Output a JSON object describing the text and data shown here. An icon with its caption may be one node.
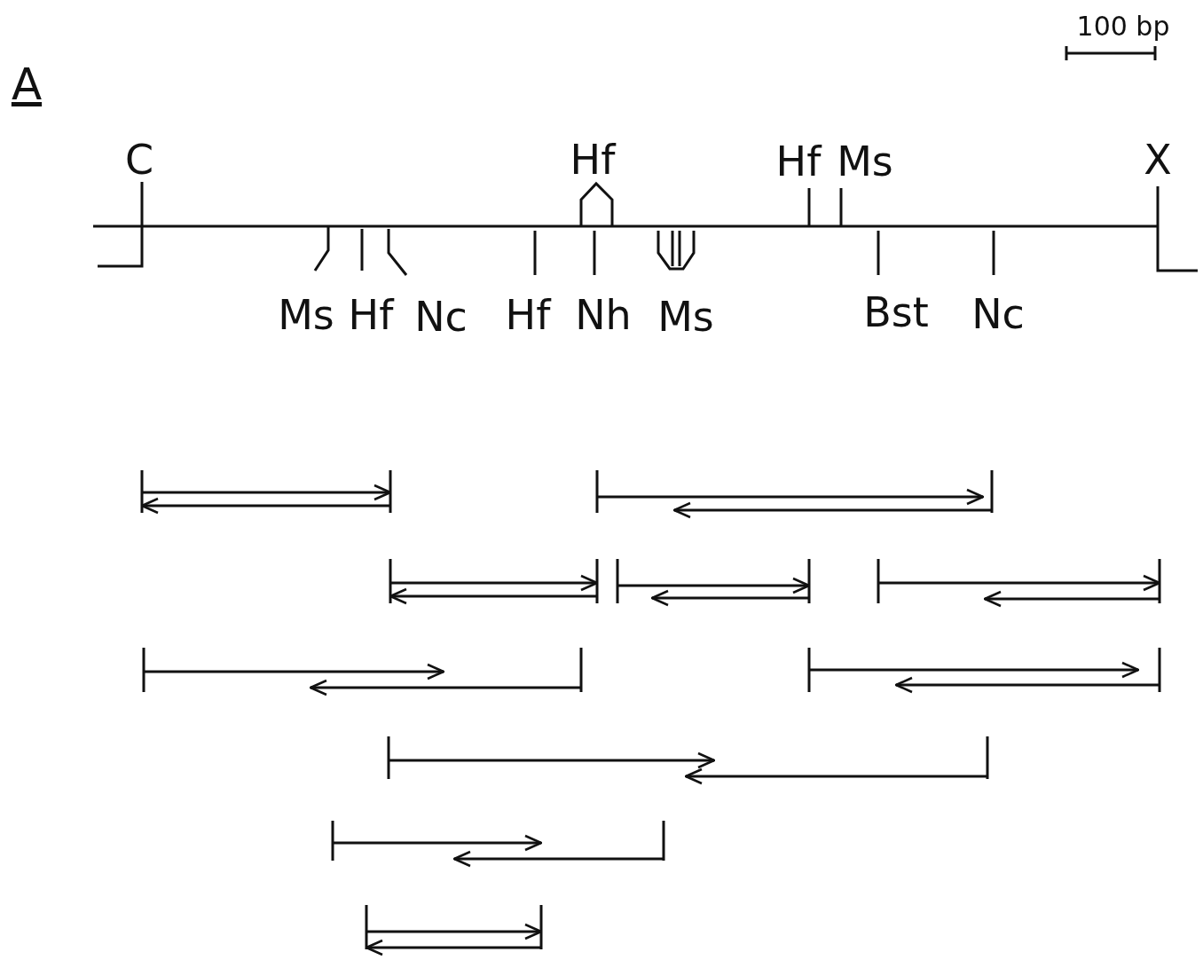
{
  "diagram": {
    "labels": [
      "100 bp",
      "A",
      "C",
      "Hf",
      "Hf",
      "Ms",
      "X",
      "Ms",
      "Hf",
      "Nc",
      "Hf",
      "Nh",
      "Ms",
      "Bst",
      "Nc"
    ]
  }
}
